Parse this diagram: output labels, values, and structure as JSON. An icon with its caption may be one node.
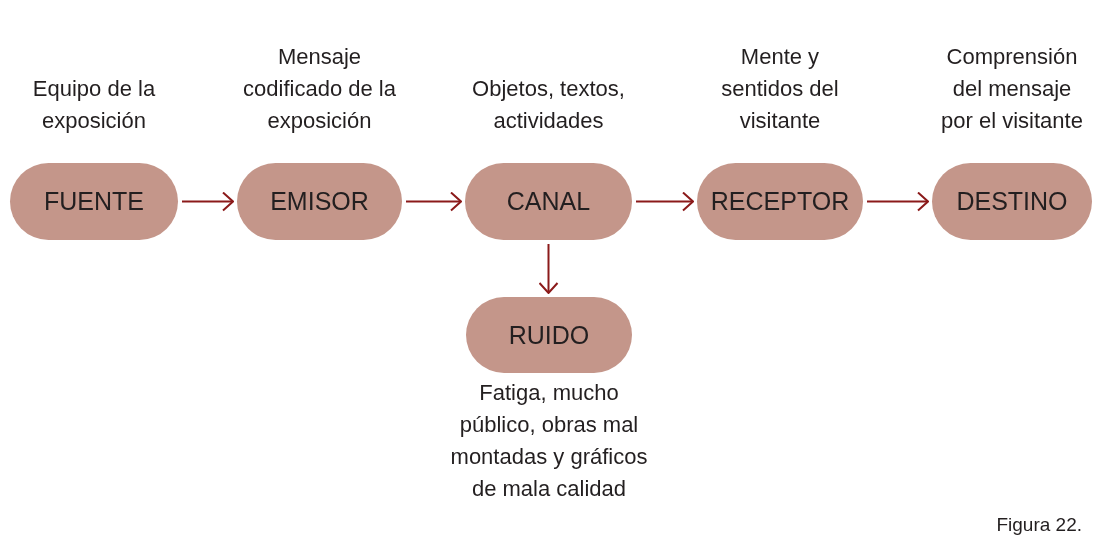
{
  "diagram": {
    "caption": "Figura 22.",
    "nodes": [
      {
        "text": [
          "FUENTE"
        ],
        "beside": [
          "Equipo de la exposición"
        ]
      },
      {
        "text": [
          "EMISOR"
        ],
        "beside": [
          "Mensaje codificado de la exposición"
        ]
      },
      {
        "text": [
          "CANAL"
        ],
        "beside": [
          "Objetos, textos, actividades"
        ]
      },
      {
        "text": [
          "RECEPTOR"
        ],
        "beside": [
          "Mente y sentidos del visitante"
        ]
      },
      {
        "text": [
          "DESTINO"
        ],
        "beside": [
          "Comprensión del mensaje por el visitante"
        ]
      },
      {
        "text": [
          "RUIDO"
        ],
        "beside": [
          "Fatiga, mucho público, obras mal montadas y gráficos de mala calidad"
        ]
      }
    ],
    "edges": [
      {
        "from": 0,
        "to": 1,
        "arrow": "to"
      },
      {
        "from": 1,
        "to": 2,
        "arrow": "to"
      },
      {
        "from": 2,
        "to": 3,
        "arrow": "to"
      },
      {
        "from": 3,
        "to": 4,
        "arrow": "to"
      },
      {
        "from": 2,
        "to": 5,
        "arrow": "to"
      }
    ]
  }
}
